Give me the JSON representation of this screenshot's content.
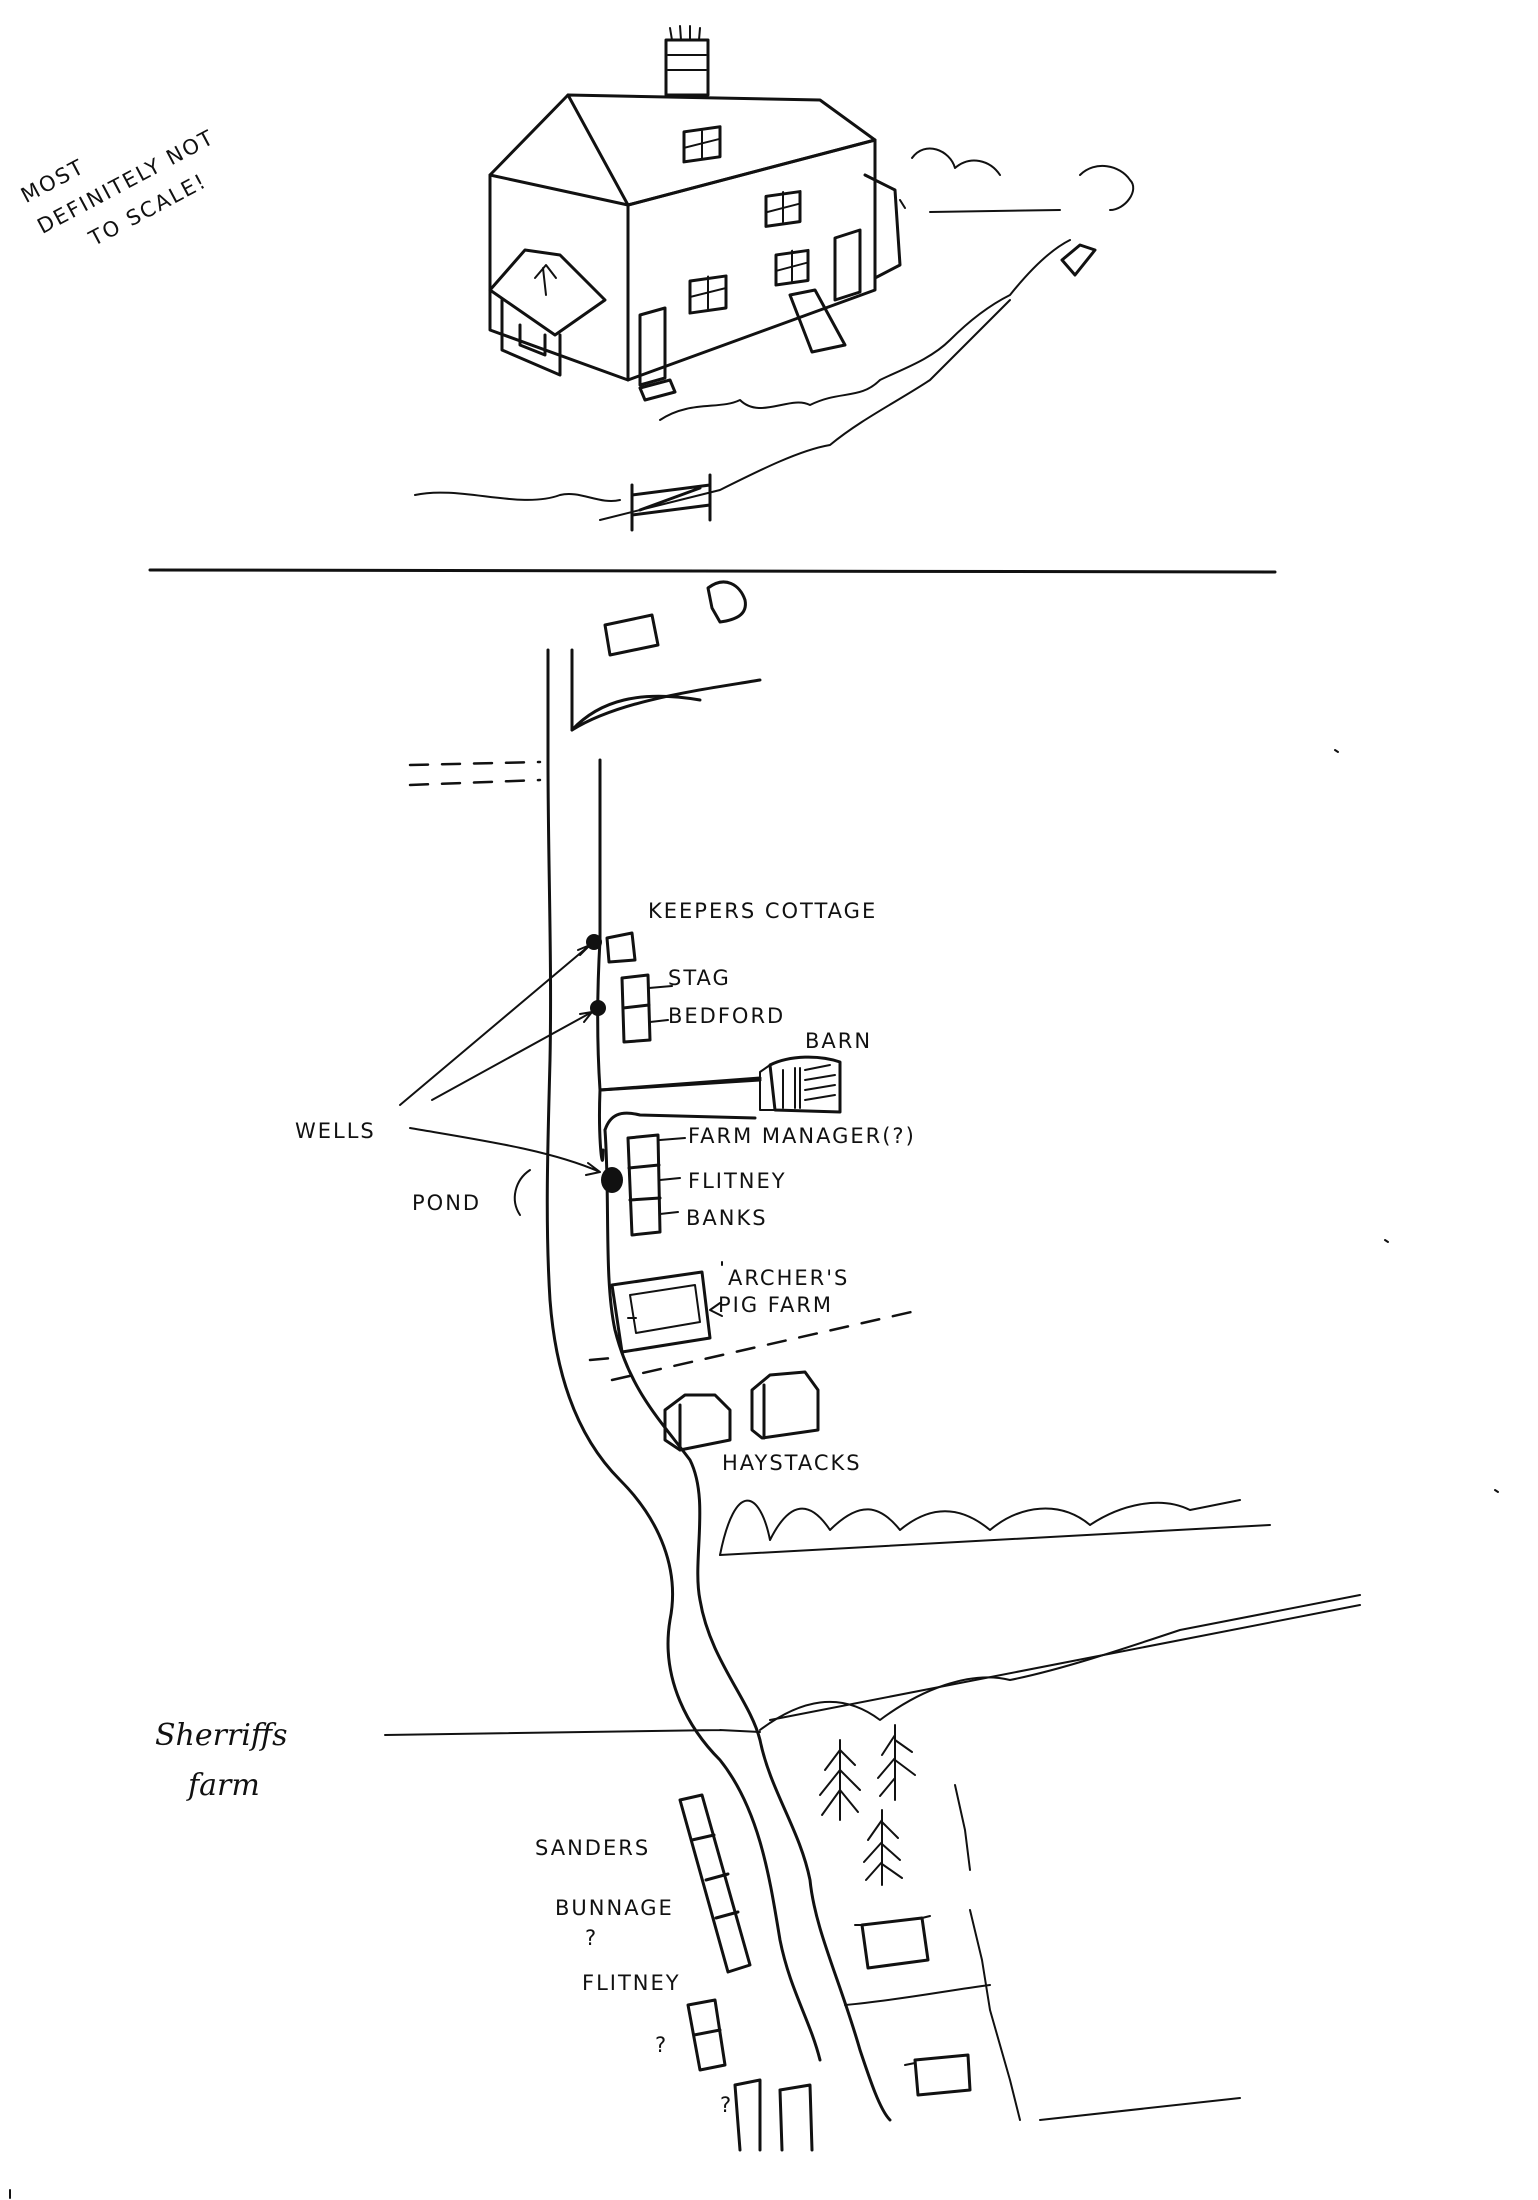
{
  "disclaimer": {
    "line1": "MOST",
    "line2": "DEFINITELY NOT",
    "line3": "TO SCALE!"
  },
  "labels": {
    "keepers_cottage": "KEEPERS COTTAGE",
    "stag": "STAG",
    "bedford": "BEDFORD",
    "barn": "BARN",
    "wells": "WELLS",
    "farm_manager": "FARM MANAGER(?)",
    "flitney_upper": "FLITNEY",
    "banks": "BANKS",
    "pond": "POND",
    "archers_line1": "ARCHER'S",
    "archers_line2": "PIG FARM",
    "haystacks": "HAYSTACKS",
    "sherriffs_line1": "Sherriffs",
    "sherriffs_line2": "farm",
    "sanders": "SANDERS",
    "bunnage": "BUNNAGE",
    "question_1": "?",
    "flitney_lower": "FLITNEY",
    "question_2": "?",
    "question_3": "?"
  },
  "icons": [
    "house-sketch-icon",
    "gate-icon",
    "well-icon",
    "tree-icon",
    "haystack-icon",
    "barn-icon"
  ],
  "colors": {
    "ink": "#111111",
    "paper": "#ffffff"
  }
}
